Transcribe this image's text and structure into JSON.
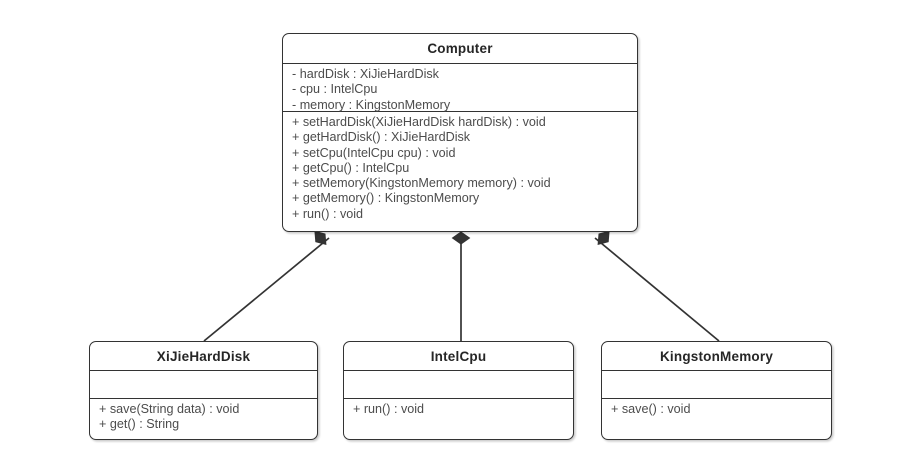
{
  "diagram": {
    "kind": "uml-class-diagram",
    "colors": {
      "background": "#ffffff",
      "border": "#333333",
      "title_text": "#262626",
      "member_text": "#4c4c4c",
      "edge": "#333333"
    }
  },
  "classes": {
    "computer": {
      "name": "Computer",
      "attributes": [
        "- hardDisk : XiJieHardDisk",
        "- cpu : IntelCpu",
        "- memory : KingstonMemory"
      ],
      "operations": [
        "+ setHardDisk(XiJieHardDisk hardDisk) : void",
        "+ getHardDisk() : XiJieHardDisk",
        "+ setCpu(IntelCpu cpu) : void",
        "+ getCpu() : IntelCpu",
        "+ setMemory(KingstonMemory memory) : void",
        "+ getMemory() : KingstonMemory",
        "+ run() : void"
      ]
    },
    "harddisk": {
      "name": "XiJieHardDisk",
      "attributes": [],
      "operations": [
        "+ save(String data) : void",
        "+ get() : String"
      ]
    },
    "cpu": {
      "name": "IntelCpu",
      "attributes": [],
      "operations": [
        "+ run() : void"
      ]
    },
    "memory": {
      "name": "KingstonMemory",
      "attributes": [],
      "operations": [
        "+ save() : void"
      ]
    }
  },
  "relationships": [
    {
      "id": "computer-harddisk",
      "type": "composition",
      "marker": "filled-diamond",
      "from": "Computer",
      "to": "XiJieHardDisk"
    },
    {
      "id": "computer-cpu",
      "type": "composition",
      "marker": "filled-diamond",
      "from": "Computer",
      "to": "IntelCpu"
    },
    {
      "id": "computer-memory",
      "type": "composition",
      "marker": "filled-diamond",
      "from": "Computer",
      "to": "KingstonMemory"
    }
  ]
}
